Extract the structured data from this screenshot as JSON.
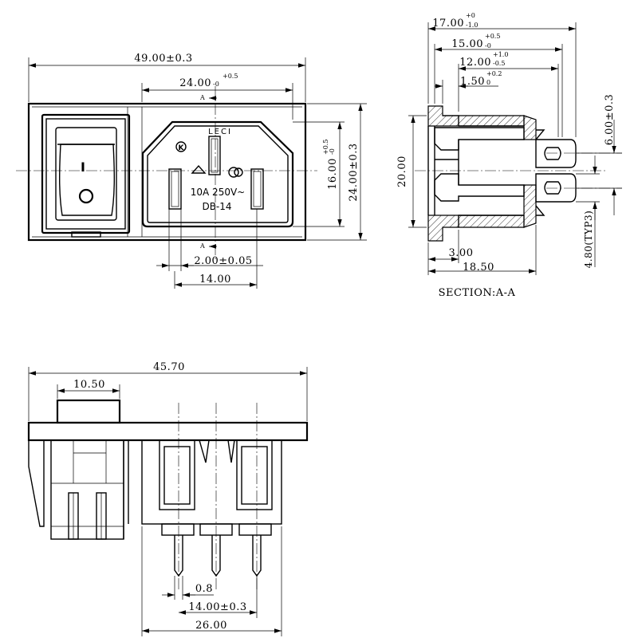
{
  "front_view": {
    "width_dim": "49.00±0.3",
    "inlet_width_main": "24.00",
    "inlet_width_tol_upper": "+0.5",
    "inlet_width_tol_lower": "-0",
    "section_mark": "A",
    "inlet_height_main": "16.00",
    "inlet_height_tol_upper": "+0.5",
    "inlet_height_tol_lower": "-0",
    "overall_height_dim": "24.00±0.3",
    "pin_width_dim": "2.00±0.05",
    "pin_spacing_dim": "14.00",
    "marking_top": "LECI",
    "cert_mark": "K",
    "rating": "10A 250V~",
    "model": "DB-14",
    "switch_on_symbol": "I",
    "switch_off_symbol": "O"
  },
  "section_view": {
    "dim_17_main": "17.00",
    "dim_17_tol_upper": "+0",
    "dim_17_tol_lower": "-1.0",
    "dim_15_main": "15.00",
    "dim_15_tol_upper": "+0.5",
    "dim_15_tol_lower": "-0",
    "dim_12_main": "12.00",
    "dim_12_tol_upper": "+1.0",
    "dim_12_tol_lower": "-0.5",
    "dim_1_5_main": "1.50",
    "dim_1_5_tol_upper": "+0.2",
    "dim_1_5_tol_lower": "0",
    "dim_6": "6.00±0.3",
    "dim_20": "20.00",
    "dim_3": "3.00",
    "dim_18_5": "18.50",
    "dim_4_8": "4.80(TYP3)",
    "caption": "SECTION:A-A"
  },
  "bottom_view": {
    "width_dim": "45.70",
    "switch_width_dim": "10.50",
    "pin_thickness_dim": "0.8",
    "pin_pitch_dim": "14.00±0.3",
    "body_width_dim": "26.00"
  }
}
